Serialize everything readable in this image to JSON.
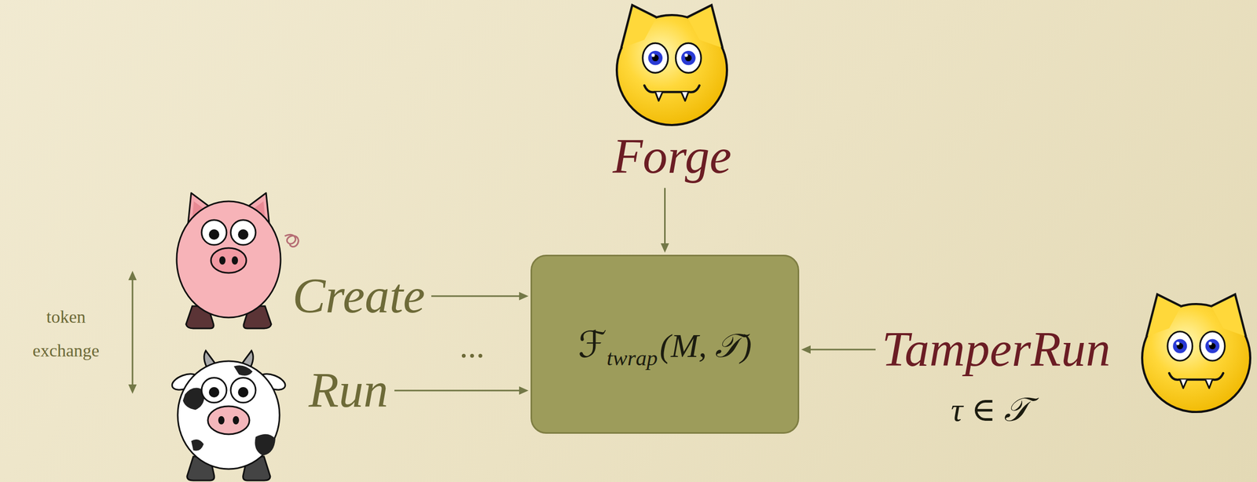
{
  "diagram": {
    "nodes": [
      {
        "text": [
          "ℱ",
          "twrap",
          "(M, 𝒯)"
        ]
      }
    ],
    "labels": [
      "Forge",
      "token exchange",
      "Create",
      "...",
      "Run",
      "TamperRun",
      "τ ∈ 𝒯"
    ]
  }
}
